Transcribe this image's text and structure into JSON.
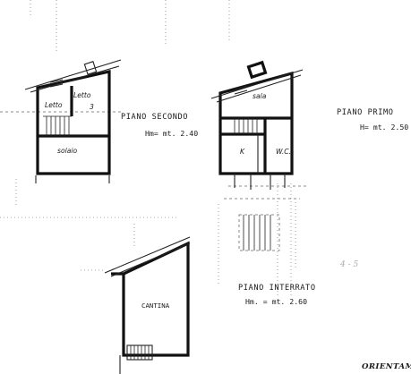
{
  "floors": {
    "piano_secondo": {
      "title": "PIANO SECONDO",
      "height": "Hm= mt. 2.40"
    },
    "piano_primo": {
      "title": "PIANO PRIMO",
      "height": "H= mt. 2.50"
    },
    "piano_interrato": {
      "title": "PIANO INTERRATO",
      "height": "Hm. = mt. 2.60"
    }
  },
  "rooms": {
    "letto_1": "Letto",
    "letto_2": "Letto",
    "room_number": "3",
    "solaio": "solaio",
    "sala": "sala",
    "kitchen": "K",
    "wc": "W.C.",
    "cantina": "CANTINA"
  },
  "annotations": {
    "orientation": "ORIENTAM",
    "faint_note": "4 - 5"
  }
}
